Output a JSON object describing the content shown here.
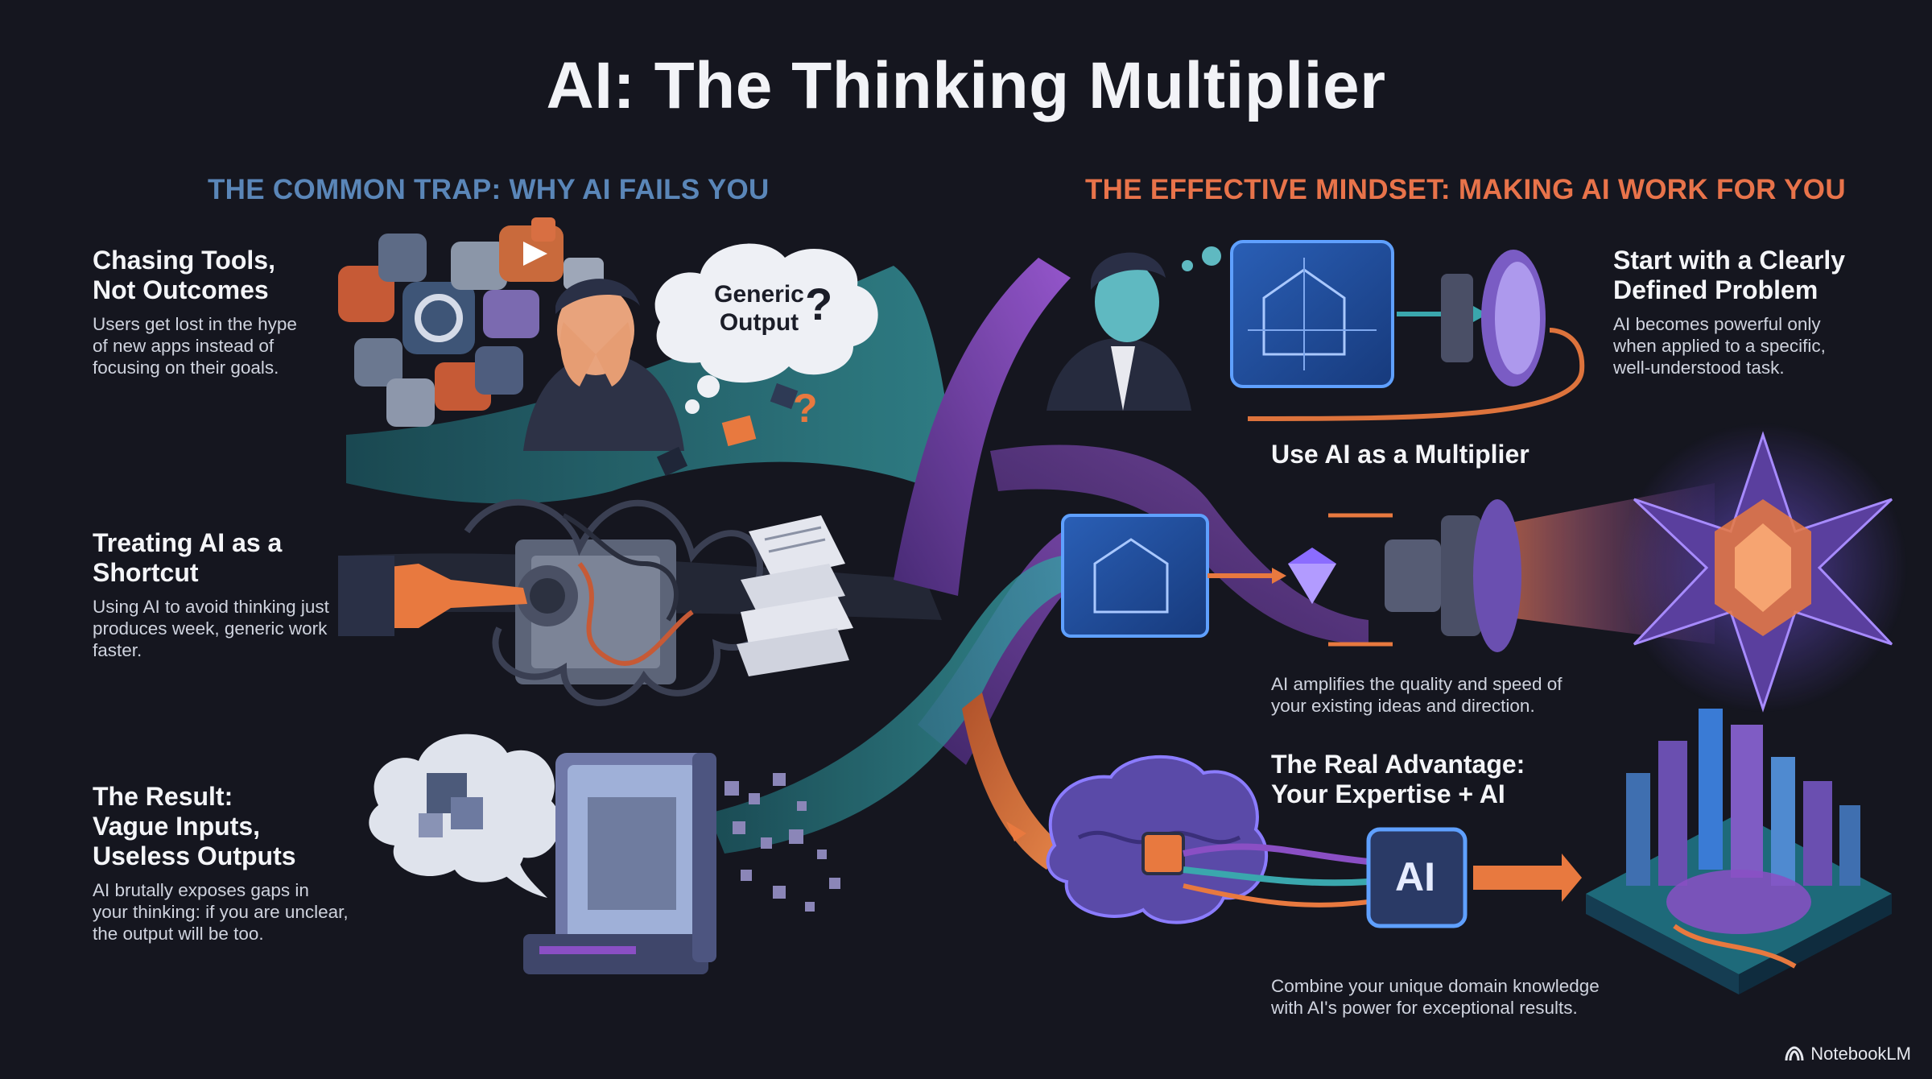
{
  "title": "AI: The Thinking Multiplier",
  "left_section": {
    "heading": "THE COMMON TRAP: WHY AI FAILS YOU",
    "items": [
      {
        "title_line1": "Chasing Tools,",
        "title_line2": "Not Outcomes",
        "desc_line1": "Users get lost in the hype",
        "desc_line2": "of new apps instead of",
        "desc_line3": "focusing on their goals."
      },
      {
        "title_line1": "Treating AI as a",
        "title_line2": "Shortcut",
        "desc_line1": "Using AI to avoid thinking just",
        "desc_line2": "produces week, generic work",
        "desc_line3": "faster."
      },
      {
        "title_line1": "The Result:",
        "title_line2": "Vague Inputs,",
        "title_line3": "Useless Outputs",
        "desc_line1": "AI brutally exposes gaps in",
        "desc_line2": "your thinking: if you are unclear,",
        "desc_line3": "the output will be too."
      }
    ]
  },
  "right_section": {
    "heading": "THE EFFECTIVE MINDSET: MAKING AI WORK FOR YOU",
    "items": [
      {
        "title_line1": "Start with a Clearly",
        "title_line2": "Defined Problem",
        "desc_line1": "AI becomes powerful only",
        "desc_line2": "when applied to a specific,",
        "desc_line3": "well-understood task."
      },
      {
        "title_line1": "Use AI as a Multiplier",
        "desc_line1": "AI amplifies the quality and speed of",
        "desc_line2": "your existing ideas and direction."
      },
      {
        "title_line1": "The Real Advantage:",
        "title_line2": "Your Expertise + AI",
        "desc_line1": "Combine your unique domain knowledge",
        "desc_line2": "with AI's power for exceptional results."
      }
    ]
  },
  "illustration": {
    "cloud_line1": "Generic",
    "cloud_line2": "Output",
    "cloud_mark": "?",
    "chip_label": "AI"
  },
  "footer": {
    "brand": "NotebookLM"
  },
  "colors": {
    "background": "#15161f",
    "left_accent": "#5a86b8",
    "right_accent": "#e8734a",
    "teal": "#2f8f98",
    "purple": "#8a4fc4",
    "orange": "#e8793f",
    "blue": "#3a7bd5"
  }
}
